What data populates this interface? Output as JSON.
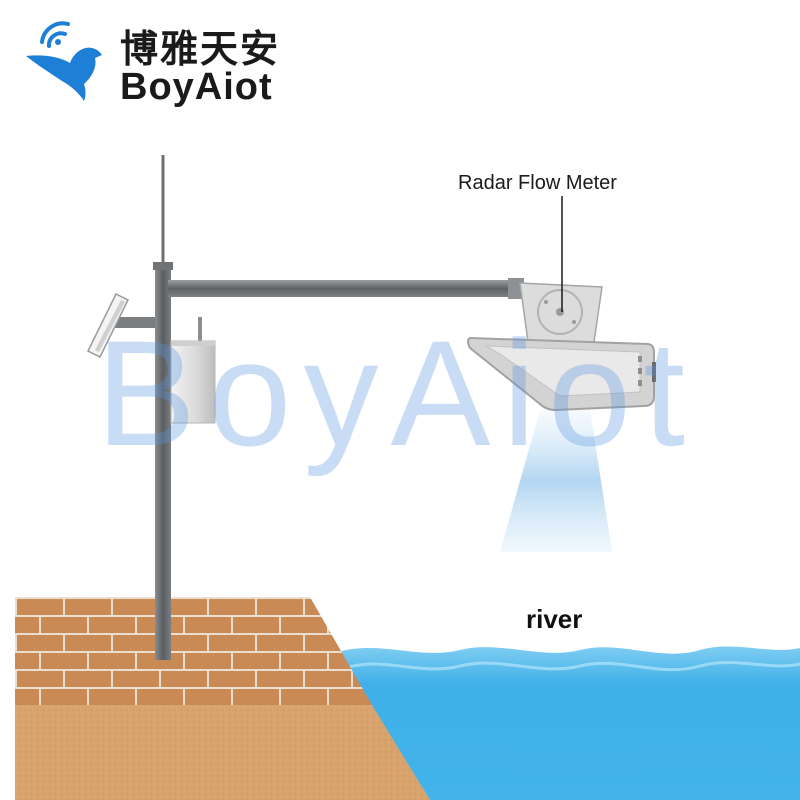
{
  "logo": {
    "chinese": "博雅天安",
    "english": "BoyAiot",
    "icon": "bird-wifi-icon",
    "brand_color": "#1e7fd6"
  },
  "watermark": {
    "text": "BoyAiot"
  },
  "diagram": {
    "device_label": "Radar Flow Meter",
    "water_label": "river"
  },
  "colors": {
    "pole": "#6c7073",
    "brick": "#c98a55",
    "mortar": "#eadfcf",
    "soil": "#d7a16a",
    "water": "#3fb0e8",
    "radar_beam": "#b9d9f2"
  }
}
